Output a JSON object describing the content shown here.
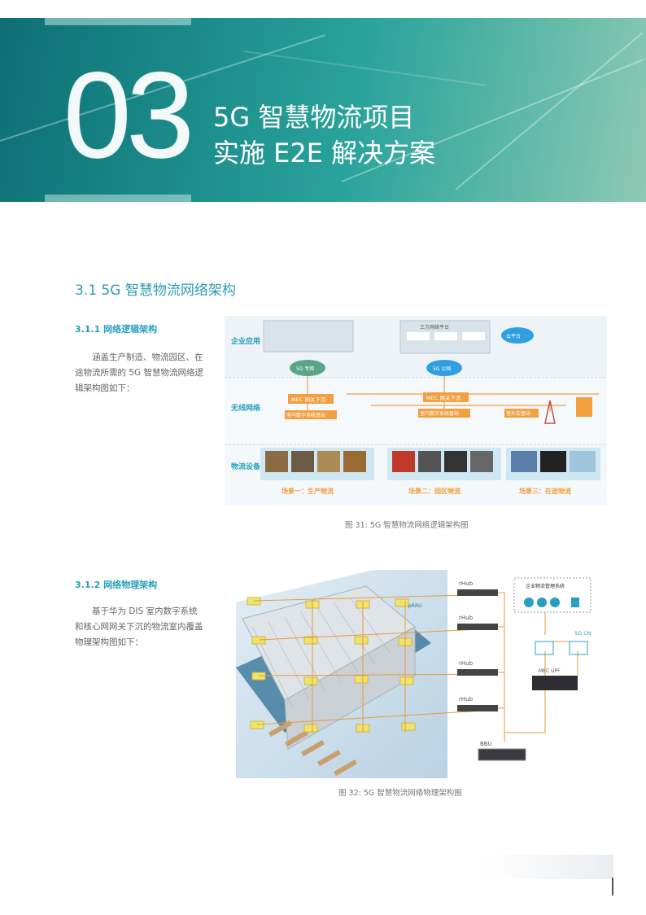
{
  "chapter": {
    "number": "03",
    "title_line1": "5G 智慧物流项目",
    "title_line2": "实施 E2E 解决方案"
  },
  "section": {
    "title": "3.1 5G 智慧物流网络架构"
  },
  "sub1": {
    "title": "3.1.1 网络逻辑架构",
    "text": "涵盖生产制造、物流园区、在途物流所需的 5G 智慧物流网络逻辑架构图如下：",
    "caption": "图 31: 5G 智慧物流网络逻辑架构图"
  },
  "fig31": {
    "row_labels": [
      "企业应用",
      "无线网络",
      "物流设备"
    ],
    "cloud_left": "5G 专网",
    "cloud_mid": "5G 公网",
    "cloud_right": "云平台",
    "third_party": "三方网络平台",
    "mec": [
      "MEC 网关下沉",
      "MEC 网关下沉"
    ],
    "indoor": [
      "室内数字系统基站",
      "室内数字系统基站",
      "室外宏基站"
    ],
    "scenes": [
      "场景一：生产物流",
      "场景二：园区物流",
      "场景三：在途物流"
    ]
  },
  "sub2": {
    "title": "3.1.2 网络物理架构",
    "text": "基于华为 DIS 室内数字系统和核心网网关下沉的物流室内覆盖物理架构图如下：",
    "caption": "图 32: 5G 智慧物流网络物理架构图"
  },
  "fig32": {
    "rhub_labels": [
      "rHub",
      "rHub",
      "rHub",
      "rHub"
    ],
    "bbu": "BBU",
    "mec": "MEC UPF",
    "cn": "5G CN",
    "platform": "企业物流管理系统",
    "prru": "pRRU"
  },
  "colors": {
    "accent": "#2f9bb4",
    "orange": "#f0a040",
    "banner": "#1b8c8a"
  }
}
